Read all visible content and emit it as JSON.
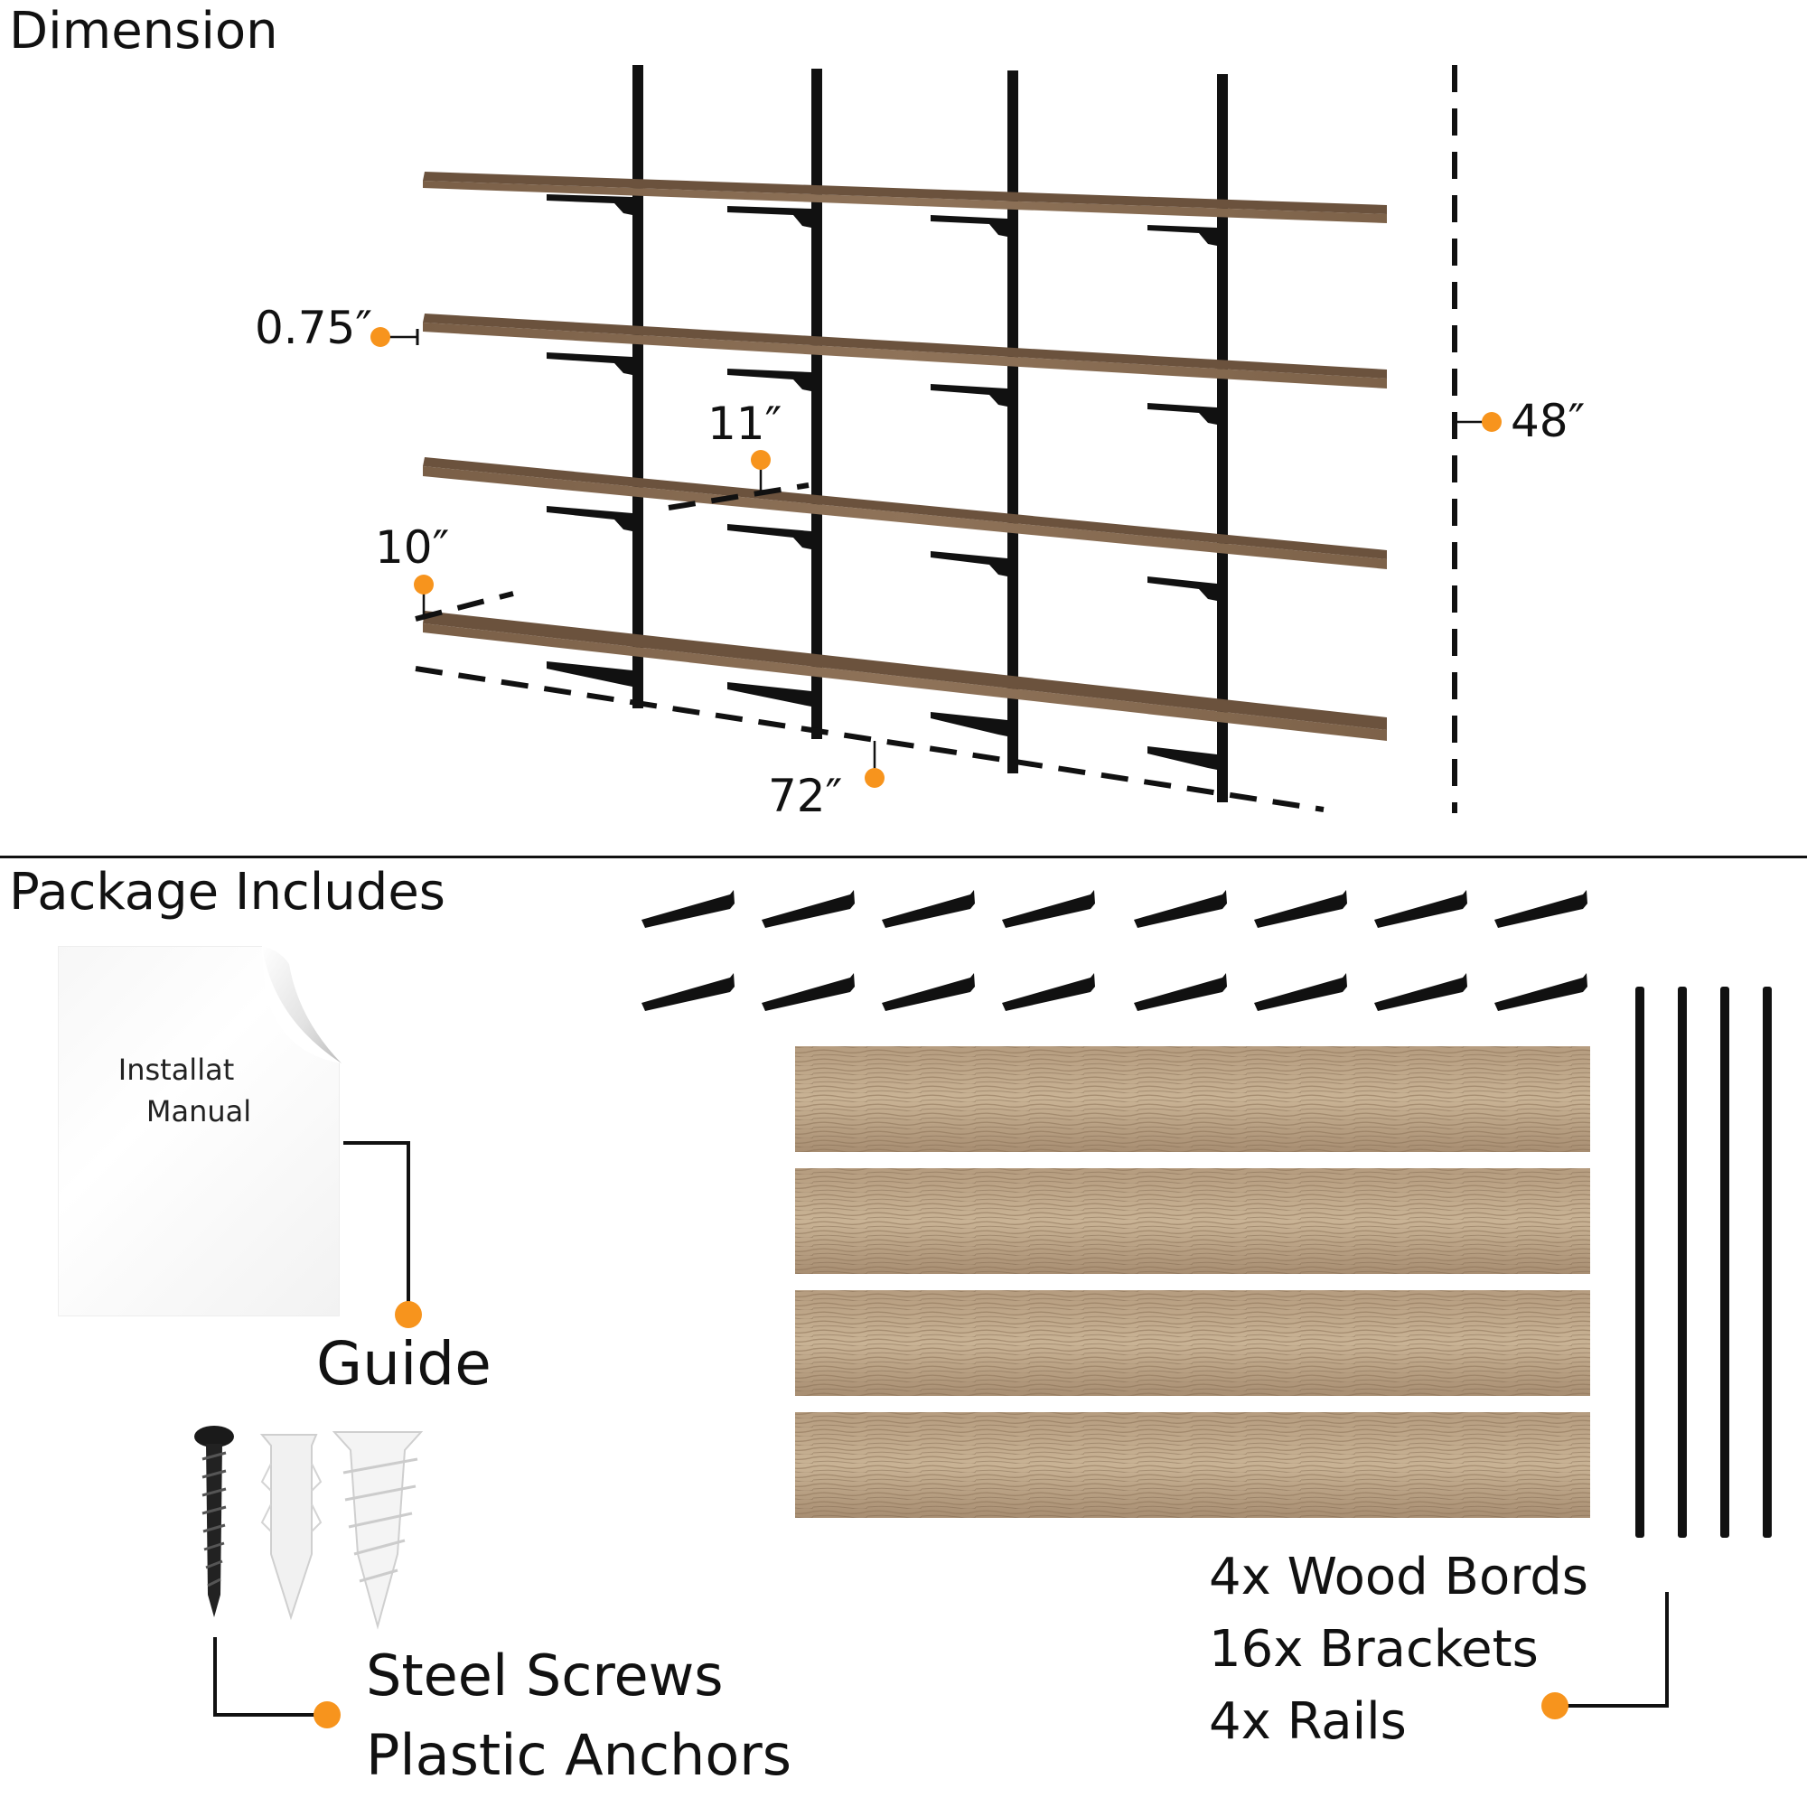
{
  "sections": {
    "dimension_title": "Dimension",
    "package_title": "Package Includes"
  },
  "dimensions": {
    "thickness": "0.75″",
    "depth_top": "11″",
    "depth_bottom": "10″",
    "width": "72″",
    "height": "48″"
  },
  "manual": {
    "line1": "Installat",
    "line2": "Manual"
  },
  "callouts": {
    "guide": "Guide",
    "screws_line1": "Steel Screws",
    "screws_line2": "Plastic Anchors",
    "contents": [
      "4x Wood Bords",
      "16x Brackets",
      "4x Rails"
    ]
  },
  "colors": {
    "accent_dot": "#f7941d",
    "wood": "#8a6f55",
    "wood_light": "#c2ab8e",
    "metal": "#111111"
  },
  "icons": [
    "shelf-unit-illustration",
    "bracket-icon",
    "wood-board-icon",
    "rail-icon",
    "screw-icon",
    "anchor-icon",
    "manual-page-curl-icon"
  ]
}
